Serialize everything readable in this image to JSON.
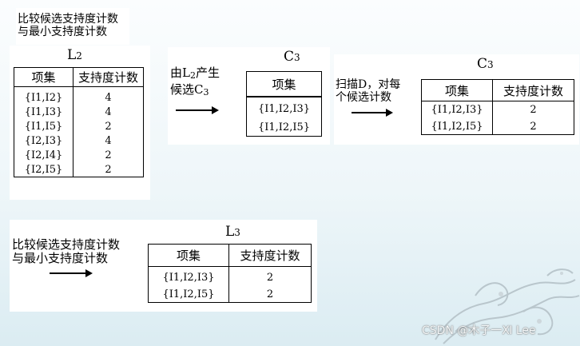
{
  "step1": {
    "caption_l1": "比较候选支持度计数",
    "caption_l2": "与最小支持度计数",
    "table_title": "L",
    "table_sub": "2",
    "headers": [
      "项集",
      "支持度计数"
    ],
    "rows": [
      [
        "{I1,I2}",
        "4"
      ],
      [
        "{I1,I3}",
        "4"
      ],
      [
        "{I1,I5}",
        "2"
      ],
      [
        "{I2,I3}",
        "4"
      ],
      [
        "{I2,I4}",
        "2"
      ],
      [
        "{I2,I5}",
        "2"
      ]
    ]
  },
  "step2": {
    "caption_l1a": "由L",
    "caption_l1sub": "2",
    "caption_l1b": "产生",
    "caption_l2a": "候选C",
    "caption_l2sub": "3",
    "table_title": "C",
    "table_sub": "3",
    "headers": [
      "项集"
    ],
    "rows": [
      [
        "{I1,I2,I3}"
      ],
      [
        "{I1,I2,I5}"
      ]
    ]
  },
  "step3": {
    "caption_l1": "扫描D，对每",
    "caption_l2": "个候选计数",
    "table_title": "C",
    "table_sub": "3",
    "headers": [
      "项集",
      "支持度计数"
    ],
    "rows": [
      [
        "{I1,I2,I3}",
        "2"
      ],
      [
        "{I1,I2,I5}",
        "2"
      ]
    ]
  },
  "step4": {
    "caption_l1": "比较候选支持度计数",
    "caption_l2": "与最小支持度计数",
    "table_title": "L",
    "table_sub": "3",
    "headers": [
      "项集",
      "支持度计数"
    ],
    "rows": [
      [
        "{I1,I2,I3}",
        "2"
      ],
      [
        "{I1,I2,I5}",
        "2"
      ]
    ]
  },
  "watermark": "CSDN @木子一Ⅺ Lee"
}
